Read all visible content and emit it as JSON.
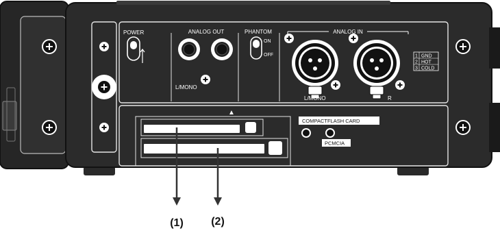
{
  "panel": {
    "power_label": "POWER",
    "analog_out_label": "ANALOG OUT",
    "lmono_out_label": "L/MONO",
    "phantom_label": "PHANTOM",
    "phantom_on": "ON",
    "phantom_off": "OFF",
    "analog_in_label": "ANALOG IN",
    "lmono_in_label": "L/MONO",
    "r_label": "R",
    "pins": [
      {
        "num": "1",
        "name": "GND"
      },
      {
        "num": "2",
        "name": "HOT"
      },
      {
        "num": "3",
        "name": "COLD"
      }
    ],
    "eject_marker": "▲",
    "compactflash_label": "COMPACTFLASH CARD",
    "pcmcia_label": "PCMCIA"
  },
  "callouts": {
    "one": "(1)",
    "two": "(2)"
  },
  "colors": {
    "body": "#2b2b2b",
    "panel_line": "#e6e6e6",
    "background": "#ffffff"
  }
}
